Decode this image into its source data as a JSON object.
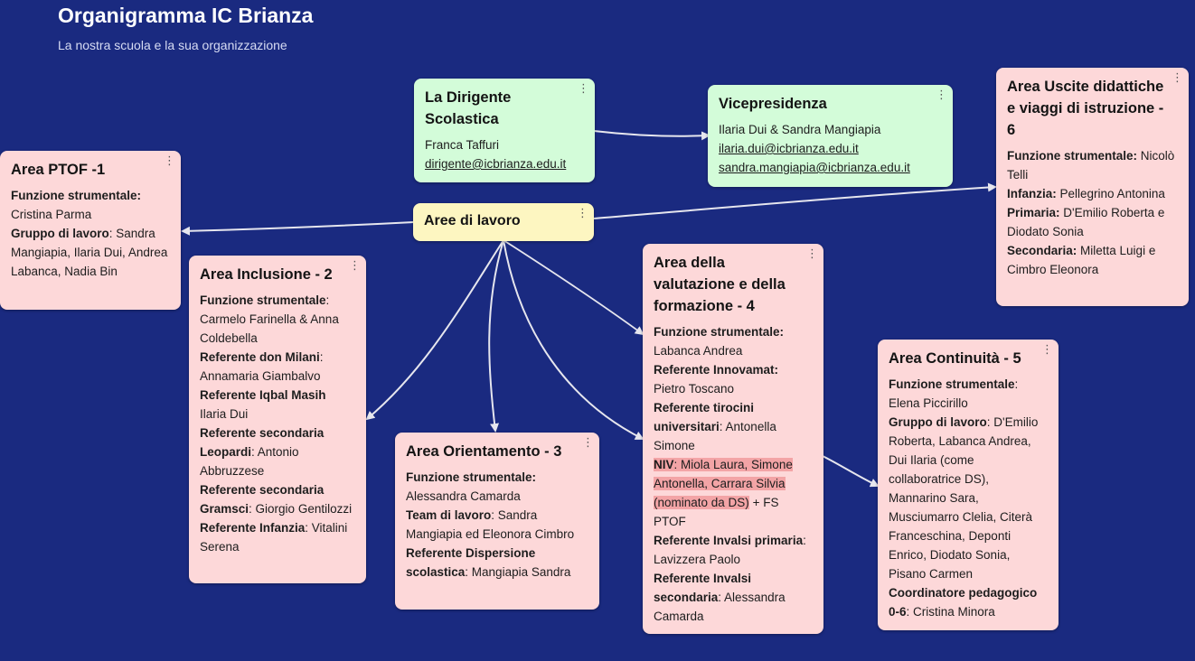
{
  "header": {
    "title": "Organigramma IC Brianza",
    "subtitle": "La nostra scuola e la sua organizzazione"
  },
  "cards": {
    "dirigente": {
      "title": "La Dirigente Scolastica",
      "name": "Franca Taffuri",
      "email": "dirigente@icbrianza.edu.it"
    },
    "vice": {
      "title": "Vicepresidenza",
      "names": "Ilaria Dui & Sandra Mangiapia",
      "email1": "ilaria.dui@icbrianza.edu.it",
      "email2": "sandra.mangiapia@icbrianza.edu.it"
    },
    "aree": {
      "title": "Aree di lavoro"
    },
    "ptof": {
      "title": "Area PTOF -1",
      "fs_label": "Funzione strumentale:",
      "fs_value": "Cristina Parma",
      "gl_label": "Gruppo di lavoro",
      "gl_value": ": Sandra Mangiapia, Ilaria Dui, Andrea Labanca, Nadia Bin"
    },
    "inclusione": {
      "title": "Area Inclusione - 2",
      "r1_label": "Funzione strumentale",
      "r1_value": ": Carmelo Farinella & Anna Coldebella",
      "r2_label": "Referente don Milani",
      "r2_value": ": Annamaria Giambalvo",
      "r3_label": "Referente Iqbal Masih",
      "r3_value": " Ilaria Dui",
      "r4_label": "Referente secondaria Leopardi",
      "r4_value": ": Antonio Abbruzzese",
      "r5_label": "Referente secondaria Gramsci",
      "r5_value": ": Giorgio Gentilozzi",
      "r6_label": "Referente Infanzia",
      "r6_value": ": Vitalini Serena"
    },
    "orientamento": {
      "title": "Area Orientamento - 3",
      "r1_label": "Funzione strumentale:",
      "r1_value": " Alessandra Camarda",
      "r2_label": "Team di lavoro",
      "r2_value": ": Sandra Mangiapia ed Eleonora Cimbro",
      "r3_label": "Referente Dispersione scolastica",
      "r3_value": ": Mangiapia Sandra"
    },
    "valutazione": {
      "title": "Area della valutazione e della formazione - 4",
      "r1_label": "Funzione strumentale:",
      "r1_value": " Labanca Andrea",
      "r2_label": "Referente Innovamat:",
      "r2_value": " Pietro Toscano",
      "r3_label": "Referente tirocini universitari",
      "r3_value": ": Antonella Simone",
      "r4_label": "NIV",
      "r4_value": ": Miola Laura, Simone Antonella, Carrara Silvia (nominato da DS)",
      "r4_tail": " + FS PTOF",
      "r5_label": "Referente Invalsi primaria",
      "r5_value": ": Lavizzera Paolo",
      "r6_label": "Referente Invalsi secondaria",
      "r6_value": ": Alessandra Camarda"
    },
    "continuita": {
      "title": "Area Continuità - 5",
      "r1_label": "Funzione strumentale",
      "r1_value": ": Elena Piccirillo",
      "r2_label": "Gruppo di lavoro",
      "r2_value": ": D'Emilio Roberta, Labanca Andrea, Dui Ilaria (come collaboratrice DS), Mannarino Sara, Musciumarro Clelia, Citerà Franceschina, Deponti Enrico, Diodato Sonia, Pisano Carmen",
      "r3_label": "Coordinatore pedagogico 0-6",
      "r3_value": ": Cristina Minora"
    },
    "uscite": {
      "title": "Area Uscite didattiche e viaggi di istruzione - 6",
      "r1_label": "Funzione strumentale:",
      "r1_value": " Nicolò Telli",
      "r2_label": "Infanzia:",
      "r2_value": " Pellegrino Antonina",
      "r3_label": "Primaria:",
      "r3_value": " D'Emilio Roberta e Diodato Sonia",
      "r4_label": "Secondaria:",
      "r4_value": " Miletta Luigi e Cimbro Eleonora"
    }
  },
  "icons": {
    "card_menu": "more-vertical-icon",
    "menu_glyph": "⋮"
  },
  "colors": {
    "background": "#1a2a80",
    "card_pink": "#fdd8d9",
    "card_green": "#d3fcd9",
    "card_yellow": "#fdf6c1",
    "connector": "#e6e6ee",
    "highlight": "#f3a4a6"
  }
}
